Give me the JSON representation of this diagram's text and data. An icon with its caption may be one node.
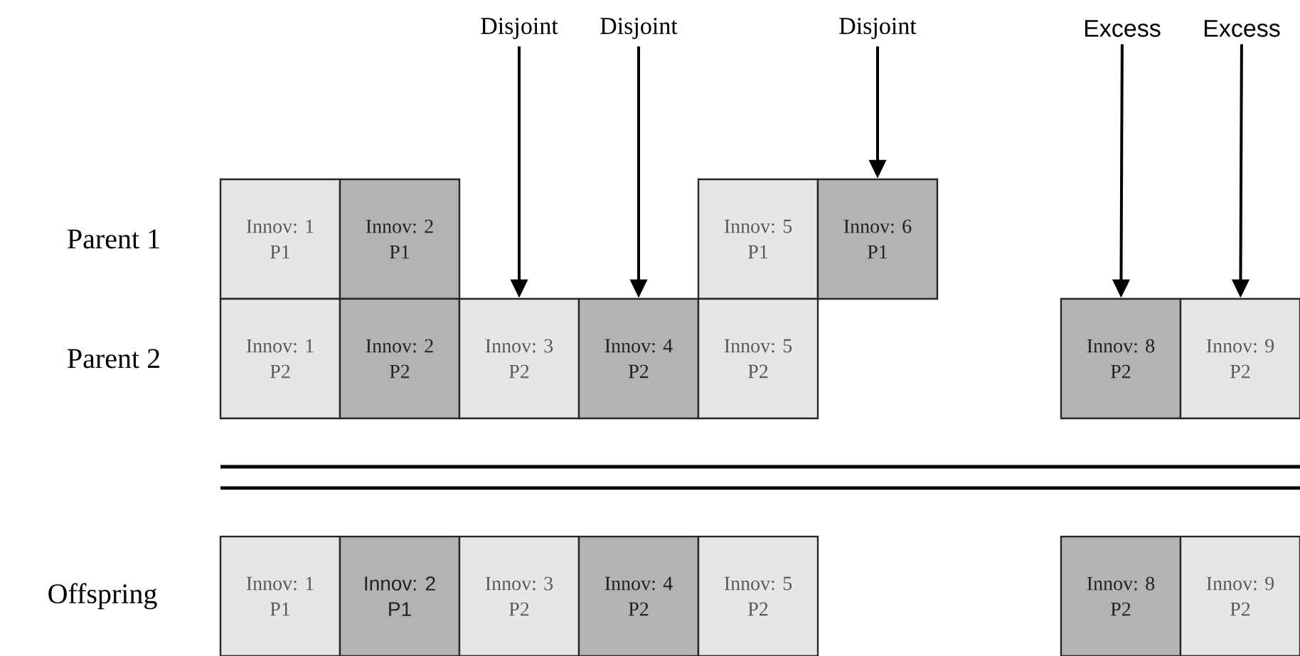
{
  "diagram": {
    "nodes": [
      {
        "text": [
          "Disjoint"
        ]
      },
      {
        "text": [
          "Disjoint"
        ]
      },
      {
        "text": [
          "Disjoint"
        ]
      },
      {
        "text": [
          "Excess"
        ]
      },
      {
        "text": [
          "Excess"
        ]
      },
      {
        "text": [
          "Innov: 1",
          "P1"
        ]
      },
      {
        "text": [
          "Innov: 2",
          "P1"
        ]
      },
      {
        "text": [
          "Innov: 5",
          "P1"
        ]
      },
      {
        "text": [
          "Innov: 6",
          "P1"
        ]
      },
      {
        "text": [
          "Innov: 1",
          "P2"
        ]
      },
      {
        "text": [
          "Innov: 2",
          "P2"
        ]
      },
      {
        "text": [
          "Innov: 3",
          "P2"
        ]
      },
      {
        "text": [
          "Innov: 4",
          "P2"
        ]
      },
      {
        "text": [
          "Innov: 5",
          "P2"
        ]
      },
      {
        "text": [
          "Innov: 8",
          "P2"
        ]
      },
      {
        "text": [
          "Innov: 9",
          "P2"
        ]
      },
      {
        "text": [
          "Innov: 1",
          "P1"
        ]
      },
      {
        "text": [
          "Innov: 2",
          "P1"
        ]
      },
      {
        "text": [
          "Innov: 3",
          "P2"
        ]
      },
      {
        "text": [
          "Innov: 4",
          "P2"
        ]
      },
      {
        "text": [
          "Innov: 5",
          "P2"
        ]
      },
      {
        "text": [
          "Innov: 8",
          "P2"
        ]
      },
      {
        "text": [
          "Innov: 9",
          "P2"
        ]
      }
    ],
    "edges": [
      {
        "from": 0,
        "to": 11,
        "arrow": "to"
      },
      {
        "from": 1,
        "to": 12,
        "arrow": "to"
      },
      {
        "from": 2,
        "to": 8,
        "arrow": "to"
      },
      {
        "from": 3,
        "to": 14,
        "arrow": "to"
      },
      {
        "from": 4,
        "to": 15,
        "arrow": "to"
      }
    ],
    "labels": [
      "Parent 1",
      "Parent 2",
      "Offspring"
    ]
  }
}
